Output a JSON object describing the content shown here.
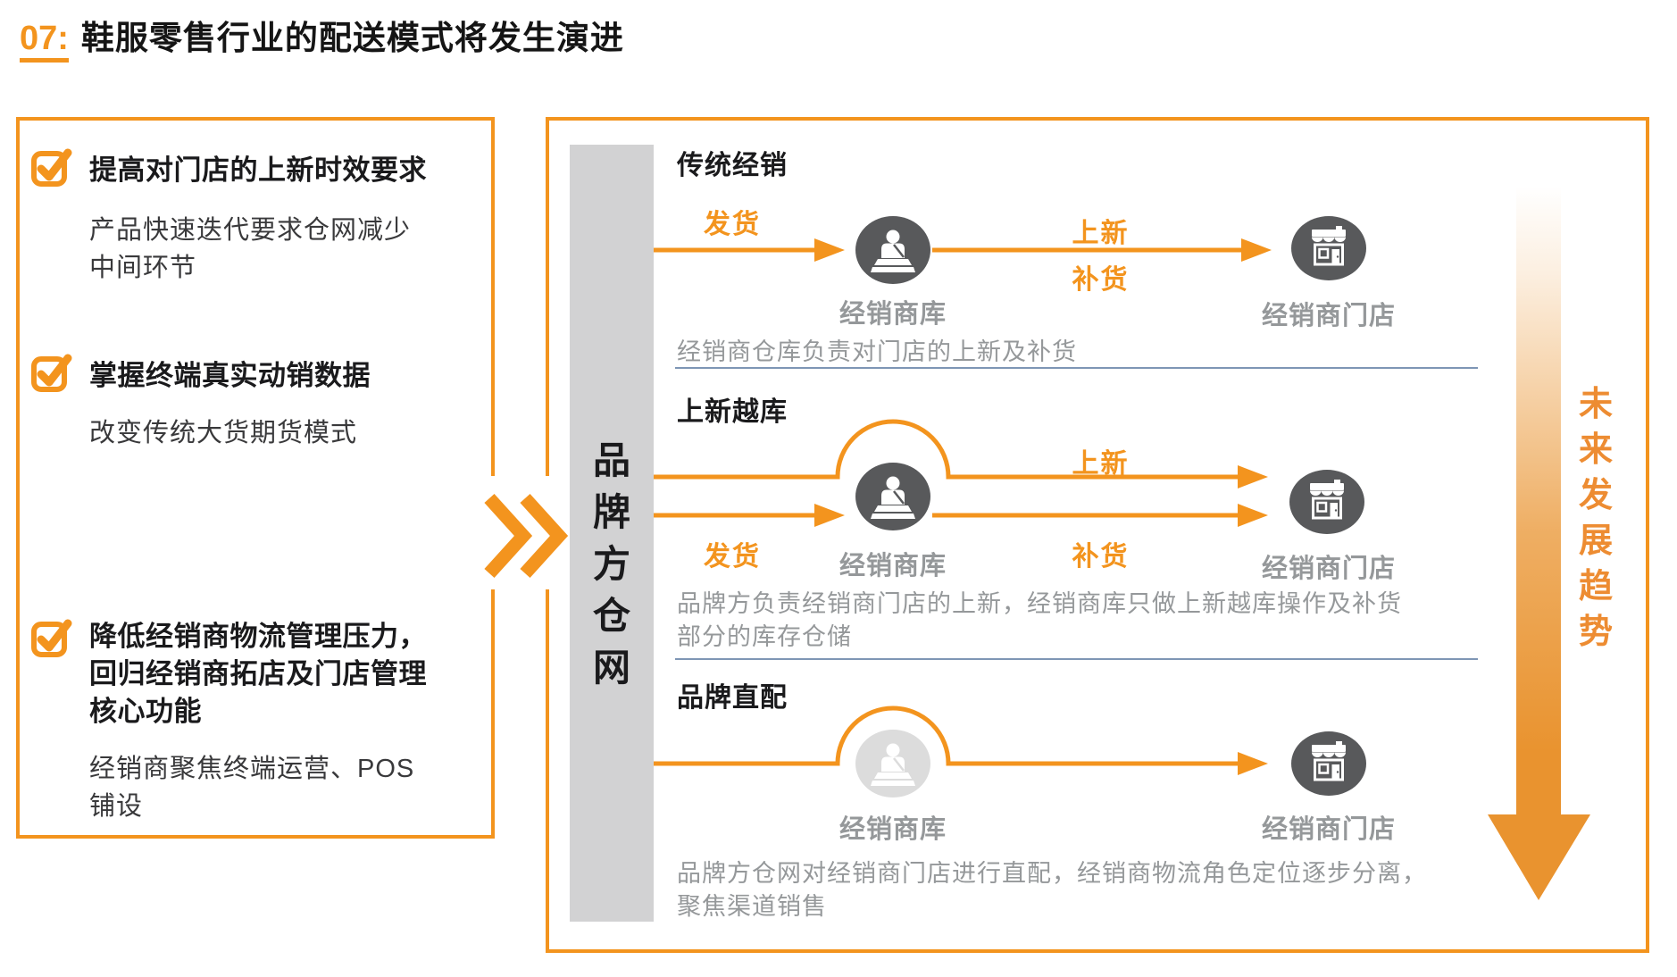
{
  "title": {
    "number": "07:",
    "text": "鞋服零售行业的配送模式将发生演进"
  },
  "left_panel": {
    "items": [
      {
        "heading_lines": [
          "提高对门店的上新时效要求"
        ],
        "body_lines": [
          "产品快速迭代要求仓网减少",
          "中间环节"
        ]
      },
      {
        "heading_lines": [
          "掌握终端真实动销数据"
        ],
        "body_lines": [
          "改变传统大货期货模式"
        ]
      },
      {
        "heading_lines": [
          "降低经销商物流管理压力，",
          "回归经销商拓店及门店管理",
          "核心功能"
        ],
        "body_lines": [
          "经销商聚焦终端运营、POS",
          "铺设"
        ]
      }
    ]
  },
  "hub": {
    "label": "品牌方仓网"
  },
  "trend": {
    "label": "未来发展趋势"
  },
  "rows": [
    {
      "header": "传统经销",
      "ship_label": "发货",
      "top_label": "上新",
      "bottom_label": "补货",
      "warehouse_label": "经销商库",
      "store_label": "经销商门店",
      "caption_lines": [
        "经销商仓库负责对门店的上新及补货"
      ]
    },
    {
      "header": "上新越库",
      "ship_label": "发货",
      "top_label": "上新",
      "bottom_label": "补货",
      "warehouse_label": "经销商库",
      "store_label": "经销商门店",
      "caption_lines": [
        "品牌方负责经销商门店的上新，经销商库只做上新越库操作及补货",
        "部分的库存仓储"
      ]
    },
    {
      "header": "品牌直配",
      "warehouse_label": "经销商库",
      "store_label": "经销商门店",
      "caption_lines": [
        "品牌方仓网对经销商门店进行直配，经销商物流角色定位逐步分离，",
        "聚焦渠道销售"
      ]
    }
  ],
  "colors": {
    "accent_orange": "#F3941E",
    "trend_orange": "#E9932F",
    "trend_text_orange": "#ED8C32",
    "icon_dark_gray": "#58595B",
    "icon_light_gray": "#DCDCDC",
    "hub_bar_gray": "#D2D2D3",
    "text_gray": "#95989A",
    "divider_blue": "#7E96B5",
    "text_black": "#1A1A1C"
  }
}
